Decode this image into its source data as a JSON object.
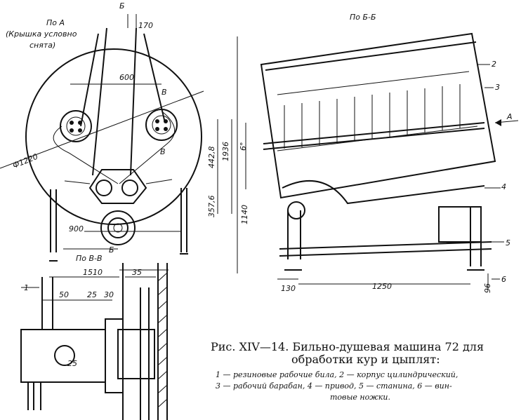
{
  "views": {
    "view_a": {
      "title": "По А",
      "note_line1": "(Крышка условно",
      "note_line2": "снята)"
    },
    "view_bb": {
      "title": "По Б-Б"
    },
    "view_vv": {
      "title": "По В-В"
    }
  },
  "section_marks": {
    "b_top": "Б",
    "b_bottom": "Б",
    "v_upper": "В",
    "v_lower": "В",
    "a_arrow": "А"
  },
  "dimensions": {
    "d170": "170",
    "d600": "600",
    "phi1220": "Ф1220",
    "d442_8": "442,8",
    "d1936": "1936",
    "d357_6": "357,6",
    "d900": "900",
    "d1140": "1140",
    "angle6": "6°",
    "d130": "130",
    "d1250": "1250",
    "d96": "96",
    "d1510": "1510",
    "d35": "35",
    "d50": "50",
    "d25a": "25",
    "d30": "30",
    "d25b": "25"
  },
  "callouts": {
    "c1": "1",
    "c2": "2",
    "c3": "3",
    "c4": "4",
    "c5": "5",
    "c6": "6"
  },
  "caption": {
    "title_line1": "Рис. XIV—14.  Бильно-душевая  машина  72 для",
    "title_line2": "обработки  кур  и  цыплят:",
    "legend_line1": "1 — резиновые  рабочие  била,  2 — корпус  цилиндрический,",
    "legend_line2": "3 — рабочий  барабан,  4 — привод,  5 — станина,  6 — вин-",
    "legend_line3": "товые  ножки."
  }
}
